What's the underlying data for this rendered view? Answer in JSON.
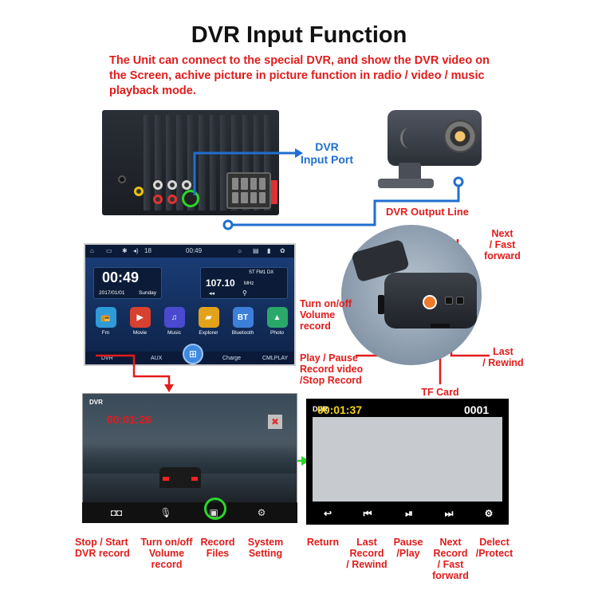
{
  "title": "DVR Input Function",
  "intro_lines": [
    "The Unit can connect to the special DVR, and show the DVR video on",
    "the Screen, achive picture in picture function in radio / video / music",
    "playback mode."
  ],
  "labels": {
    "dvr_input_port": [
      "DVR",
      "Input Port"
    ],
    "dvr_output_line": "DVR Output Line",
    "next_fast_forward": [
      "Next",
      "/ Fast",
      "forward"
    ],
    "turn_on_off_volume": [
      "Turn on/off",
      "Volume",
      "record"
    ],
    "play_pause": [
      "Play / Pause",
      "Record video",
      "/Stop Record"
    ],
    "last_rewind": [
      "Last",
      "/ Rewind"
    ],
    "tf_card": "TF Card"
  },
  "home_screen": {
    "status_time": "00:49",
    "status_temp": "18",
    "clock": "00:49",
    "date": "2017/01/01",
    "weekday": "Sunday",
    "frequency": "107.10",
    "freq_unit": "MHz",
    "radio_flags": "ST  FM1  DX",
    "apps": [
      {
        "label": "Fm",
        "color": "#2f9ad8"
      },
      {
        "label": "Movie",
        "color": "#d8402f"
      },
      {
        "label": "Music",
        "color": "#4a4ad0"
      },
      {
        "label": "Explorer",
        "color": "#e3a21a"
      },
      {
        "label": "Bluetooth",
        "color": "#3c7fd8",
        "glyph": "BT"
      },
      {
        "label": "Photo",
        "color": "#2aa86a"
      }
    ],
    "nav": [
      "DVR",
      "AUX",
      "Charge",
      "CMLPLAY"
    ]
  },
  "dvr_screen": {
    "label": "DVR",
    "time": "00:01:26"
  },
  "playback_screen": {
    "label": "DVR",
    "time": "00:01:37",
    "counter": "0001"
  },
  "bottom_left_labels": [
    [
      "Stop / Start",
      "DVR record"
    ],
    [
      "Turn on/off",
      "Volume",
      "record"
    ],
    [
      "Record",
      "Files"
    ],
    [
      "System",
      "Setting"
    ]
  ],
  "bottom_right_labels": [
    [
      "Return"
    ],
    [
      "Last",
      "Record",
      "/ Rewind"
    ],
    [
      "Pause",
      "/Play"
    ],
    [
      "Next",
      "Record",
      "/ Fast",
      "forward"
    ],
    [
      "Delect",
      "/Protect"
    ]
  ],
  "colors": {
    "accent_red": "#e31b1b",
    "accent_blue": "#1f6fd1",
    "highlight_green": "#2bd62b"
  }
}
